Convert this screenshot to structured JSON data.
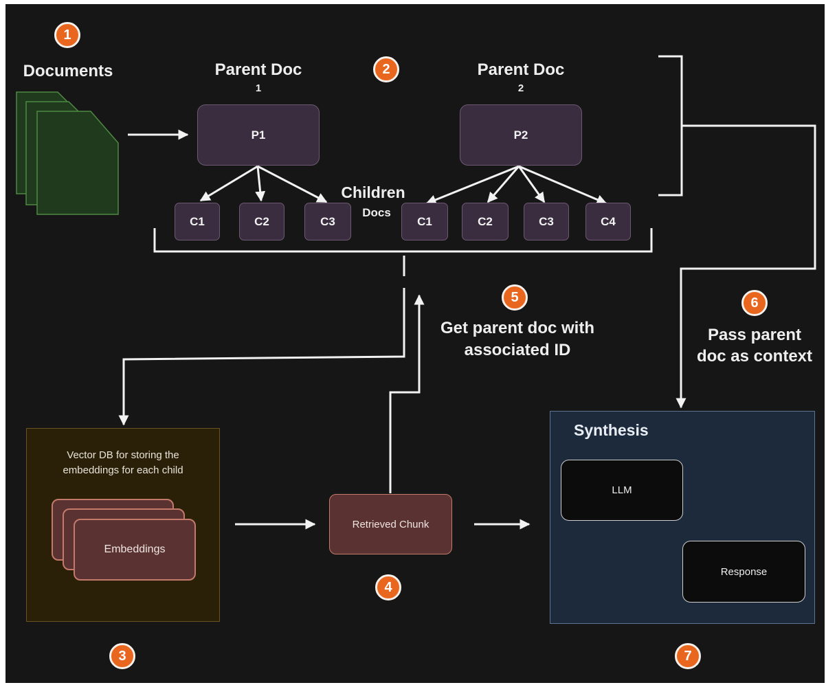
{
  "badges": {
    "b1": "1",
    "b2": "2",
    "b3": "3",
    "b4": "4",
    "b5": "5",
    "b6": "6",
    "b7": "7"
  },
  "documents": {
    "label": "Documents"
  },
  "parent1": {
    "title": "Parent Doc",
    "number": "1",
    "node": "P1",
    "children": [
      "C1",
      "C2",
      "C3"
    ]
  },
  "parent2": {
    "title": "Parent Doc",
    "number": "2",
    "node": "P2",
    "children": [
      "C1",
      "C2",
      "C3",
      "C4"
    ]
  },
  "children_label": {
    "line1": "Children",
    "line2": "Docs"
  },
  "step5": {
    "line1": "Get parent doc with",
    "line2": "associated ID"
  },
  "step6": {
    "line1": "Pass parent",
    "line2": "doc as context"
  },
  "vector_db": {
    "line1": "Vector DB for storing the",
    "line2": "embeddings for each child",
    "embeddings": "Embeddings"
  },
  "retrieved": {
    "label": "Retrieved Chunk"
  },
  "synthesis": {
    "title": "Synthesis",
    "llm": "LLM",
    "response": "Response"
  },
  "colors": {
    "background": "#161616",
    "badge": "#e8661d",
    "doc_node": "#3a2d3f",
    "vector_db": "#2a2008",
    "embedding": "#5a3232",
    "synthesis": "#1d2a3c",
    "document_icon": "#1f3a1c",
    "wire": "#f2f2f2"
  }
}
